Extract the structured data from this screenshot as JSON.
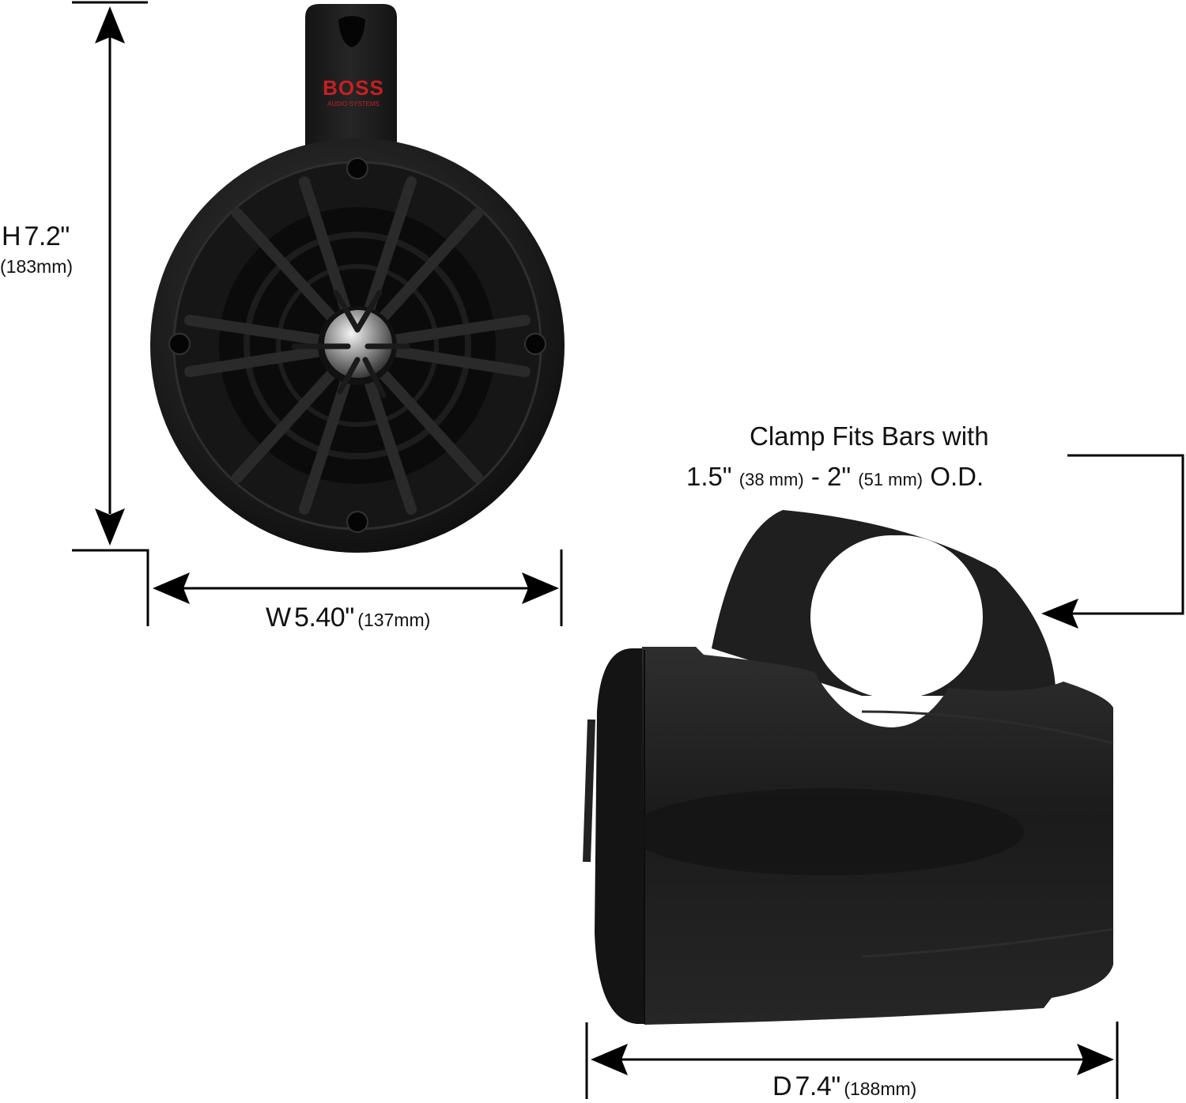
{
  "brand": {
    "logo_text": "BOSS",
    "sub_text": "AUDIO SYSTEMS",
    "color": "#c81e22"
  },
  "dimensions": {
    "height": {
      "prefix": "H",
      "value": "7.2\"",
      "metric": "(183mm)"
    },
    "width": {
      "prefix": "W",
      "value": "5.40\"",
      "metric": "(137mm)"
    },
    "depth": {
      "prefix": "D",
      "value": "7.4\"",
      "metric": "(188mm)"
    }
  },
  "clamp_callout": {
    "line1": "Clamp Fits Bars with",
    "min_in": "1.5\"",
    "min_mm": "(38 mm)",
    "separator": "-",
    "max_in": "2\"",
    "max_mm": "(51 mm)",
    "suffix": "O.D."
  },
  "views": {
    "front": "front-view-speaker",
    "side": "side-view-speaker"
  },
  "colors": {
    "speaker_body": "#1a1a1a",
    "dimension_lines": "#000000",
    "tweeter": "#b8b8b8"
  }
}
